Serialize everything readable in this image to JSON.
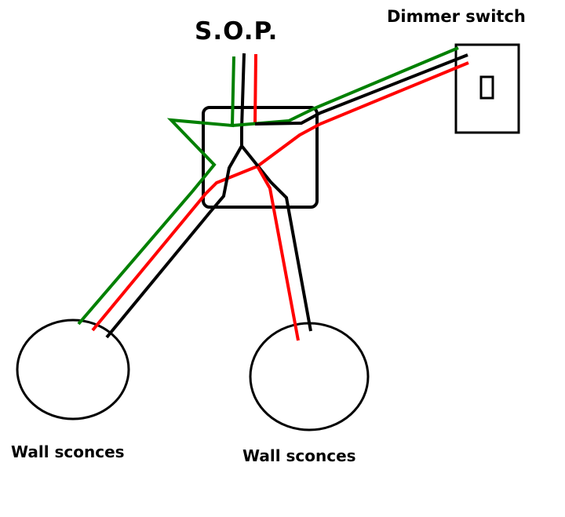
{
  "labels": {
    "source": "S.O.P.",
    "dimmer": "Dimmer switch",
    "sconce_left": "Wall sconces",
    "sconce_right": "Wall sconces"
  },
  "colors": {
    "ground": "#008000",
    "neutral": "#000000",
    "hot": "#ff0000",
    "outline": "#000000",
    "background": "#ffffff"
  },
  "components": {
    "junction_box": "junction-box",
    "dimmer_switch": "dimmer-switch",
    "fixtures": [
      "wall-sconce",
      "wall-sconce"
    ]
  }
}
